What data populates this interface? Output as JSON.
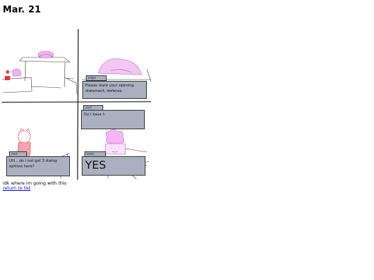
{
  "page": {
    "title": "Mar. 21",
    "caption": "idk where im going with this",
    "return_link": "return to list"
  },
  "panels": {
    "judge": {
      "speaker": "judge",
      "line": "Please state your opening statement, defense."
    },
    "reed_top": {
      "speaker": "reed",
      "line": "Do I have t-"
    },
    "reed_bottom": {
      "speaker": "reed",
      "line": "UH... do I not get 3 dialog options here?"
    },
    "lester": {
      "speaker": "lester",
      "line": "YES"
    }
  },
  "colors": {
    "dialog_fill": "#aab0c0",
    "pink": "#e070e0",
    "red": "#e03040",
    "ink": "#222222"
  }
}
